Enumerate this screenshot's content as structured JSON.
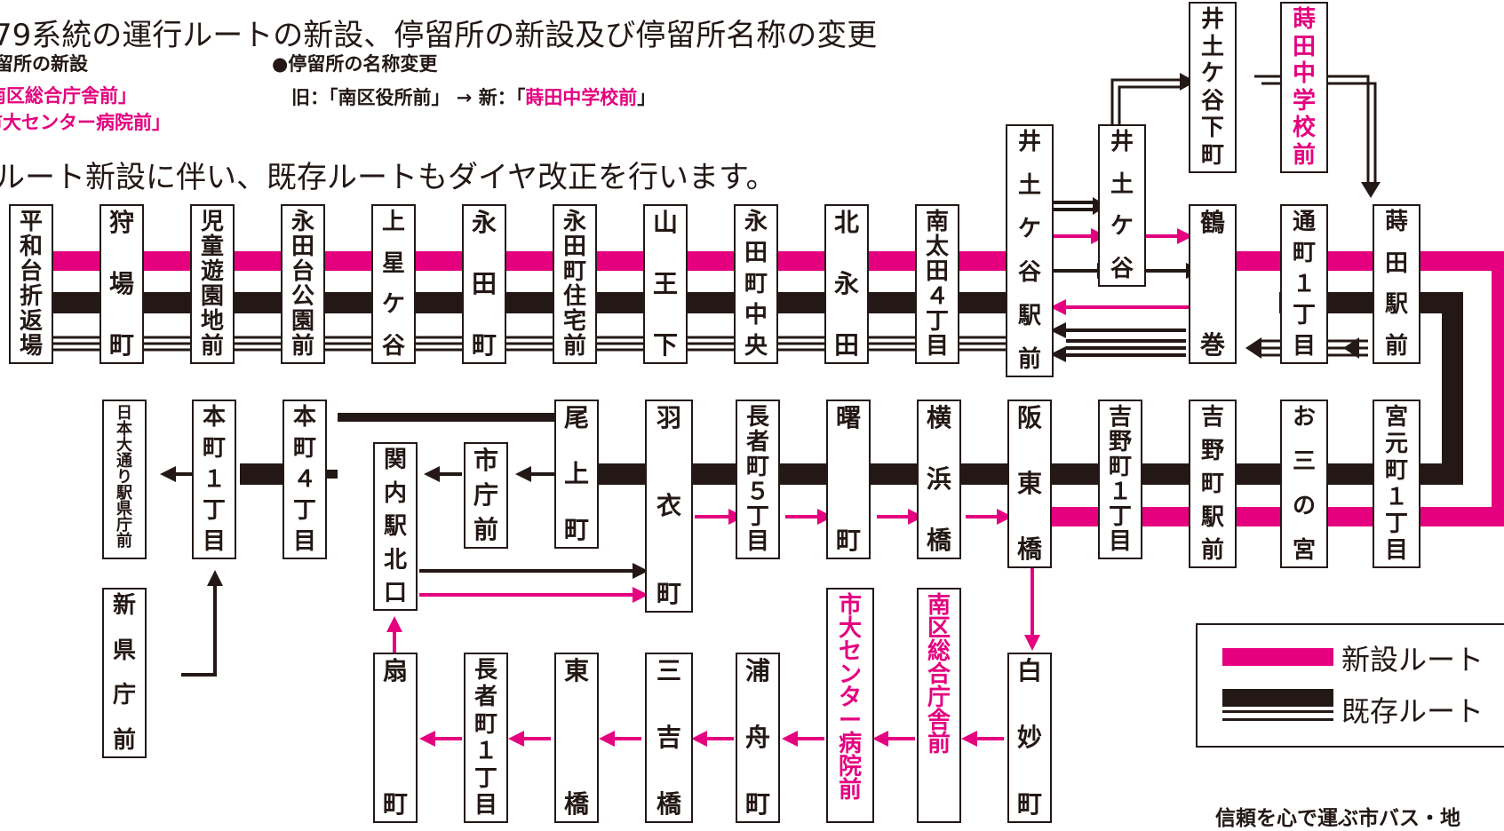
{
  "header": {
    "title": "79系統の運行ルートの新設、停留所の新設及び停留所名称の変更",
    "new_stops_heading": "留所の新設",
    "new_stop_1": "南区総合庁舎前」",
    "new_stop_2": "市大センター病院前」",
    "rename_heading": "●停留所の名称変更",
    "rename_old": "旧：「南区役所前」 → 新：「",
    "rename_new": "蒔田中学校前",
    "rename_close": "」",
    "timetable_note": "ルート新設に伴い、既存ルートもダイヤ改正を行います。"
  },
  "stops": [
    {
      "id": "hirawadai",
      "name": "平和台折返場",
      "kind": "normal"
    },
    {
      "id": "kariba",
      "name": "狩場町",
      "kind": "normal"
    },
    {
      "id": "jidoyuenchi",
      "name": "児童遊園地前",
      "kind": "normal"
    },
    {
      "id": "nagatadaikoen",
      "name": "永田台公園前",
      "kind": "normal"
    },
    {
      "id": "kamihoshigaya",
      "name": "上星ケ谷",
      "kind": "normal"
    },
    {
      "id": "nagatacho",
      "name": "永田町",
      "kind": "normal"
    },
    {
      "id": "nagatajutaku",
      "name": "永田町住宅前",
      "kind": "normal"
    },
    {
      "id": "sannoshita",
      "name": "山王下",
      "kind": "normal"
    },
    {
      "id": "nagatachuo",
      "name": "永田町中央",
      "kind": "normal"
    },
    {
      "id": "kitanagata",
      "name": "北永田",
      "kind": "normal"
    },
    {
      "id": "minamiota",
      "name": "南太田４丁目",
      "kind": "normal"
    },
    {
      "id": "idogayaeki",
      "name": "井土ケ谷駅前",
      "kind": "normal"
    },
    {
      "id": "idogaya",
      "name": "井土ケ谷",
      "kind": "normal"
    },
    {
      "id": "idogayashita",
      "name": "井土ケ谷下町",
      "kind": "normal"
    },
    {
      "id": "maitachugaku",
      "name": "蒔田中学校前",
      "kind": "renamed"
    },
    {
      "id": "tsuru",
      "name": "鶴巻",
      "kind": "normal"
    },
    {
      "id": "toricho",
      "name": "通町１丁目",
      "kind": "normal"
    },
    {
      "id": "maitaeki",
      "name": "蒔田駅前",
      "kind": "normal"
    },
    {
      "id": "nihonodori",
      "name": "日本大通り駅県庁前",
      "kind": "normal"
    },
    {
      "id": "honcho1",
      "name": "本町１丁目",
      "kind": "normal"
    },
    {
      "id": "honcho4",
      "name": "本町４丁目",
      "kind": "normal"
    },
    {
      "id": "kannaikita",
      "name": "関内駅北口",
      "kind": "normal"
    },
    {
      "id": "shiyakusho",
      "name": "市庁前",
      "kind": "normal"
    },
    {
      "id": "onoe",
      "name": "尾上町",
      "kind": "normal"
    },
    {
      "id": "hagoromo",
      "name": "羽衣町",
      "kind": "normal"
    },
    {
      "id": "chojamachi5",
      "name": "長者町５丁目",
      "kind": "normal"
    },
    {
      "id": "akebono",
      "name": "曙町",
      "kind": "normal"
    },
    {
      "id": "yokohamabashi",
      "name": "横浜橋",
      "kind": "normal"
    },
    {
      "id": "bandobashi",
      "name": "阪東橋",
      "kind": "normal"
    },
    {
      "id": "yoshinocho1",
      "name": "吉野町１丁目",
      "kind": "normal"
    },
    {
      "id": "yoshinoeki",
      "name": "吉野町駅前",
      "kind": "normal"
    },
    {
      "id": "osannomiya",
      "name": "お三の宮",
      "kind": "normal"
    },
    {
      "id": "miyamoto",
      "name": "宮元町１丁目",
      "kind": "normal"
    },
    {
      "id": "shinkencho",
      "name": "新県庁前",
      "kind": "normal"
    },
    {
      "id": "ogi",
      "name": "扇町",
      "kind": "normal"
    },
    {
      "id": "chojamachi1",
      "name": "長者町１丁目",
      "kind": "normal"
    },
    {
      "id": "higashi",
      "name": "東橋",
      "kind": "normal"
    },
    {
      "id": "miyoshi",
      "name": "三吉橋",
      "kind": "normal"
    },
    {
      "id": "urafune",
      "name": "浦舟町",
      "kind": "normal"
    },
    {
      "id": "shidai",
      "name": "市大センター病院前",
      "kind": "new"
    },
    {
      "id": "minamiku",
      "name": "南区総合庁舎前",
      "kind": "new"
    },
    {
      "id": "shirotae",
      "name": "白妙町",
      "kind": "normal"
    }
  ],
  "legend": {
    "new_route": "新設ルート",
    "existing_route": "既存ルート"
  },
  "footer": "信頼を心で運ぶ市バス・地",
  "colors": {
    "new_route": "#e4007f",
    "existing_route": "#231815",
    "text": "#231815"
  }
}
